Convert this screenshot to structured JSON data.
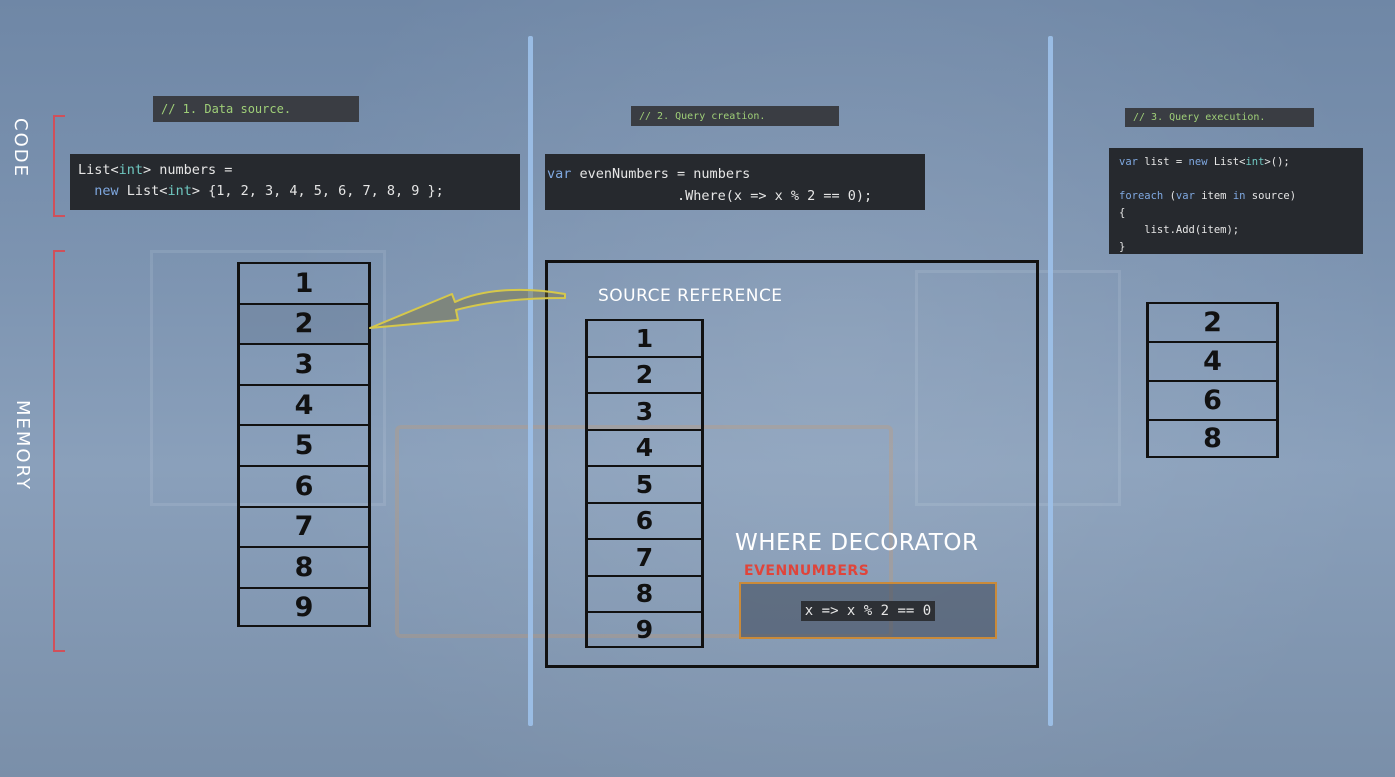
{
  "code_label": "CODE",
  "memory_label": "MEMORY",
  "sections": [
    {
      "comment": "// 1. Data source."
    },
    {
      "comment": "// 2. Query creation."
    },
    {
      "comment": "// 3. Query execution."
    }
  ],
  "code1": {
    "t1": "List<",
    "k1": "int",
    "t2": "> numbers =",
    "indent": "  ",
    "k2": "new",
    "sp": " ",
    "t3": "List<",
    "k3": "int",
    "t4": "> {1, 2, 3, 4, 5, 6, 7, 8, 9 };"
  },
  "code2": {
    "k1": "var",
    "t1": " evenNumbers = numbers",
    "t2": "                .Where(x => x % 2 == 0);"
  },
  "code3": {
    "k1": "var",
    "t1": " list = ",
    "k2": "new",
    "t2": " List<",
    "k3": "int",
    "t3": ">();",
    "k4": "foreach",
    "t4": " (",
    "k5": "var",
    "t5": " item ",
    "k6": "in",
    "t6": " source)",
    "t7": "{",
    "t8": "    list.Add(item);",
    "t9": "}"
  },
  "source_column": [
    "1",
    "2",
    "3",
    "4",
    "5",
    "6",
    "7",
    "8",
    "9"
  ],
  "query_column": [
    "1",
    "2",
    "3",
    "4",
    "5",
    "6",
    "7",
    "8",
    "9"
  ],
  "result_column": [
    "2",
    "4",
    "6",
    "8"
  ],
  "source_reference_label": "SOURCE REFERENCE",
  "where_decorator_label": "WHERE DECORATOR",
  "evennumbers_label": "EVENNUMBERS",
  "predicate": "x => x % 2 == 0",
  "colors": {
    "divider": "#9dc1ea",
    "bracket": "#d0505a",
    "arrow": "#d6c84a",
    "comment_text": "#9fcf78",
    "evennumbers": "#e0443a",
    "predicate_border": "#c98a3a"
  }
}
